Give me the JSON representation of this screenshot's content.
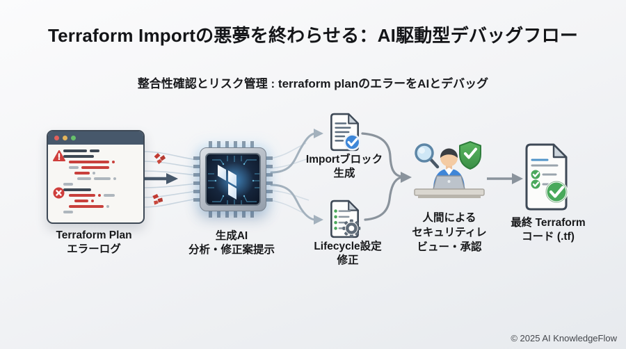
{
  "title": "Terraform Importの悪夢を終わらせる：AI駆動型デバッグフロー",
  "subtitle": "整合性確認とリスク管理 : terraform planのエラーをAIとデバッグ",
  "flow": {
    "error_log": {
      "label_line1": "Terraform Plan",
      "label_line2": "エラーログ"
    },
    "ai_chip": {
      "label_line1": "生成AI",
      "label_line2": "分析・修正案提示"
    },
    "import_block": {
      "label_line1": "Importブロック",
      "label_line2": "生成"
    },
    "lifecycle": {
      "label_line1": "Lifecycle設定",
      "label_line2": "修正"
    },
    "human_review": {
      "label_line1": "人間による",
      "label_line2": "セキュリティレ",
      "label_line3": "ビュー・承認"
    },
    "final_code": {
      "label_line1": "最終 Terraform",
      "label_line2": "コード (.tf)"
    }
  },
  "footer": {
    "copyright": "© 2025 AI KnowledgeFlow"
  },
  "terminal_log": {
    "colors": {
      "dark": "#3d4854",
      "red": "#c8403c",
      "gray": "#aeb6bd"
    },
    "rows": [
      {
        "indent": 22,
        "bars": [
          [
            "dark",
            34
          ],
          [
            "dark",
            14
          ]
        ]
      },
      {
        "indent": 22,
        "bars": [
          [
            "dark",
            44
          ]
        ]
      },
      {
        "indent": 30,
        "bars": [
          [
            "red",
            58
          ],
          [
            "red",
            4
          ]
        ]
      },
      {
        "indent": 30,
        "bars": [
          [
            "gray",
            14
          ],
          [
            "red",
            40
          ]
        ]
      },
      {
        "indent": 38,
        "bars": [
          [
            "red",
            22
          ],
          [
            "gray",
            4
          ]
        ]
      },
      {
        "indent": 42,
        "bars": [
          [
            "gray",
            20
          ],
          [
            "gray",
            24
          ],
          [
            "gray",
            4
          ]
        ]
      },
      {
        "indent": 22,
        "bars": [
          [
            "gray",
            14
          ]
        ]
      },
      {
        "indent": 22,
        "bars": [
          [
            "dark",
            40
          ]
        ]
      },
      {
        "indent": 30,
        "bars": [
          [
            "red",
            38
          ],
          [
            "red",
            4
          ],
          [
            "gray",
            16
          ]
        ]
      },
      {
        "indent": 38,
        "bars": [
          [
            "red",
            20
          ],
          [
            "red",
            4
          ]
        ]
      },
      {
        "indent": 30,
        "bars": [
          [
            "red",
            50
          ],
          [
            "gray",
            4
          ]
        ]
      },
      {
        "indent": 22,
        "bars": [
          [
            "gray",
            14
          ]
        ]
      }
    ]
  },
  "theme": {
    "accent_blue": "#3e87d8",
    "success_green": "#4aa85c",
    "error_red": "#c8403c",
    "slate": "#47586b",
    "arrow_gray": "#8a939c",
    "branch_gray": "#a3b1bd",
    "circuit_cyan": "#5fc8f5"
  }
}
